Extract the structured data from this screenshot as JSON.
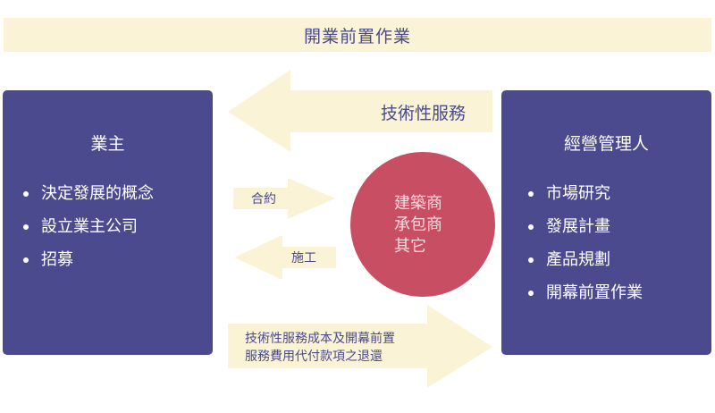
{
  "banner": {
    "text": "開業前置作業"
  },
  "left_box": {
    "title": "業主",
    "items": [
      "決定發展的概念",
      "設立業主公司",
      "招募"
    ]
  },
  "right_box": {
    "title": "經營管理人",
    "items": [
      "市場研究",
      "發展計畫",
      "產品規劃",
      "開幕前置作業"
    ]
  },
  "center": {
    "lines": [
      "建築商",
      "承包商",
      "其它"
    ]
  },
  "arrows": {
    "technical_services": "技術性服務",
    "contract": "合約",
    "construction": "施工",
    "reimbursement_line1": "技術性服務成本及開幕前置",
    "reimbursement_line2": "服務費用代付款項之退還"
  },
  "colors": {
    "box": "#4b4a8f",
    "banner": "#fbf3d6",
    "arrow": "#fbf3d6",
    "circle": "#c84e64",
    "label_text": "#4a4a8c"
  }
}
